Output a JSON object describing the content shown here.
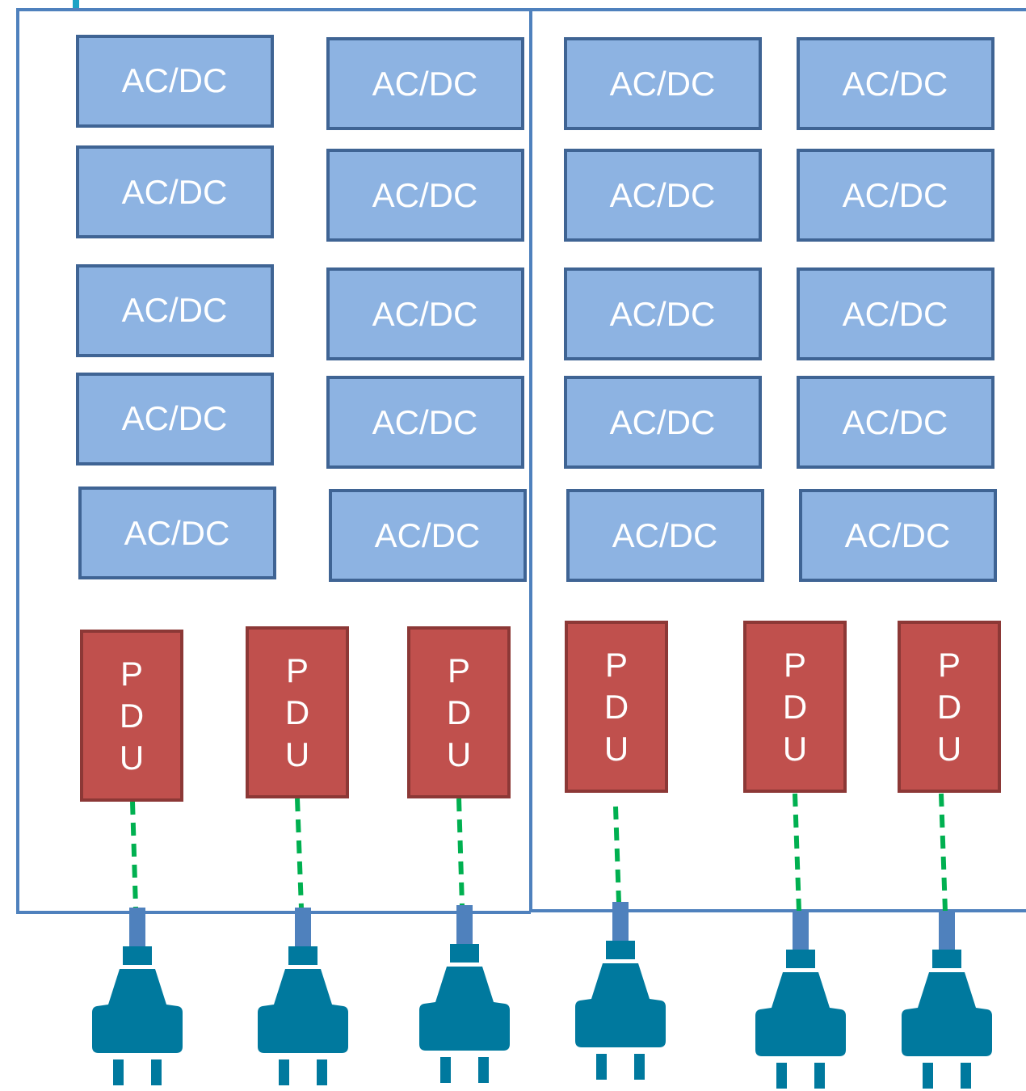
{
  "colors": {
    "frame": "#4f81bd",
    "acdc_fill": "#8db3e2",
    "acdc_border": "#3f6494",
    "pdu_fill": "#c0504d",
    "pdu_border": "#8c3836",
    "cable": "#00b050",
    "plug_body": "#00799e",
    "plug_connector": "#4f81bd"
  },
  "racks": [
    {
      "acdc_modules": [
        {
          "label": "AC/DC"
        },
        {
          "label": "AC/DC"
        },
        {
          "label": "AC/DC"
        },
        {
          "label": "AC/DC"
        },
        {
          "label": "AC/DC"
        },
        {
          "label": "AC/DC"
        },
        {
          "label": "AC/DC"
        },
        {
          "label": "AC/DC"
        },
        {
          "label": "AC/DC"
        },
        {
          "label": "AC/DC"
        }
      ],
      "pdus": [
        {
          "letters": [
            "P",
            "D",
            "U"
          ]
        },
        {
          "letters": [
            "P",
            "D",
            "U"
          ]
        },
        {
          "letters": [
            "P",
            "D",
            "U"
          ]
        }
      ]
    },
    {
      "acdc_modules": [
        {
          "label": "AC/DC"
        },
        {
          "label": "AC/DC"
        },
        {
          "label": "AC/DC"
        },
        {
          "label": "AC/DC"
        },
        {
          "label": "AC/DC"
        },
        {
          "label": "AC/DC"
        },
        {
          "label": "AC/DC"
        },
        {
          "label": "AC/DC"
        },
        {
          "label": "AC/DC"
        },
        {
          "label": "AC/DC"
        }
      ],
      "pdus": [
        {
          "letters": [
            "P",
            "D",
            "U"
          ]
        },
        {
          "letters": [
            "P",
            "D",
            "U"
          ]
        },
        {
          "letters": [
            "P",
            "D",
            "U"
          ]
        }
      ]
    }
  ],
  "plugs": [
    {
      "icon": "power-plug-icon"
    },
    {
      "icon": "power-plug-icon"
    },
    {
      "icon": "power-plug-icon"
    },
    {
      "icon": "power-plug-icon"
    },
    {
      "icon": "power-plug-icon"
    },
    {
      "icon": "power-plug-icon"
    }
  ]
}
